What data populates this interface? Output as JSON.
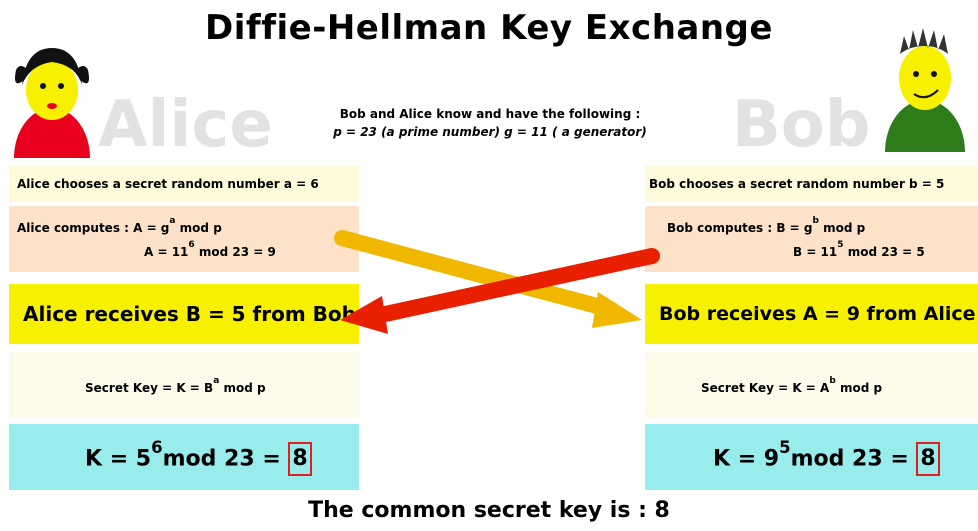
{
  "title": "Diffie-Hellman Key Exchange",
  "shared": {
    "line1": "Bob and Alice know and have the following :",
    "line2": "p = 23 (a prime number) g = 11 ( a generator)"
  },
  "alice": {
    "name": "Alice",
    "choose": "Alice chooses a secret random number a = 6",
    "compute_label": "Alice computes : A = g",
    "compute_exp": "a",
    "compute_tail": "mod p",
    "compute2_base": "A = 11",
    "compute2_exp": "6",
    "compute2_tail": "mod 23 = 9",
    "receives": "Alice receives B = 5 from Bob",
    "secret_base": "Secret Key = K = B",
    "secret_exp": "a",
    "secret_tail": "mod p",
    "k_base": "K = 5",
    "k_exp": "6",
    "k_tail": "mod 23 =",
    "k_value": "8"
  },
  "bob": {
    "name": "Bob",
    "choose": "Bob chooses a secret random number b = 5",
    "compute_label": "Bob computes : B = g",
    "compute_exp": "b",
    "compute_tail": "mod p",
    "compute2_base": "B = 11",
    "compute2_exp": "5",
    "compute2_tail": "mod 23 = 5",
    "receives": "Bob receives A = 9 from Alice",
    "secret_base": "Secret Key = K = A",
    "secret_exp": "b",
    "secret_tail": "mod p",
    "k_base": "K = 9",
    "k_exp": "5",
    "k_tail": "mod 23 =",
    "k_value": "8"
  },
  "conclusion": "The common secret key is : 8",
  "colors": {
    "alice_shirt": "#e8001c",
    "bob_shirt": "#2f7d1a",
    "face": "#f7f000",
    "arrow_yellow": "#f0b800",
    "arrow_red": "#e81f00"
  }
}
